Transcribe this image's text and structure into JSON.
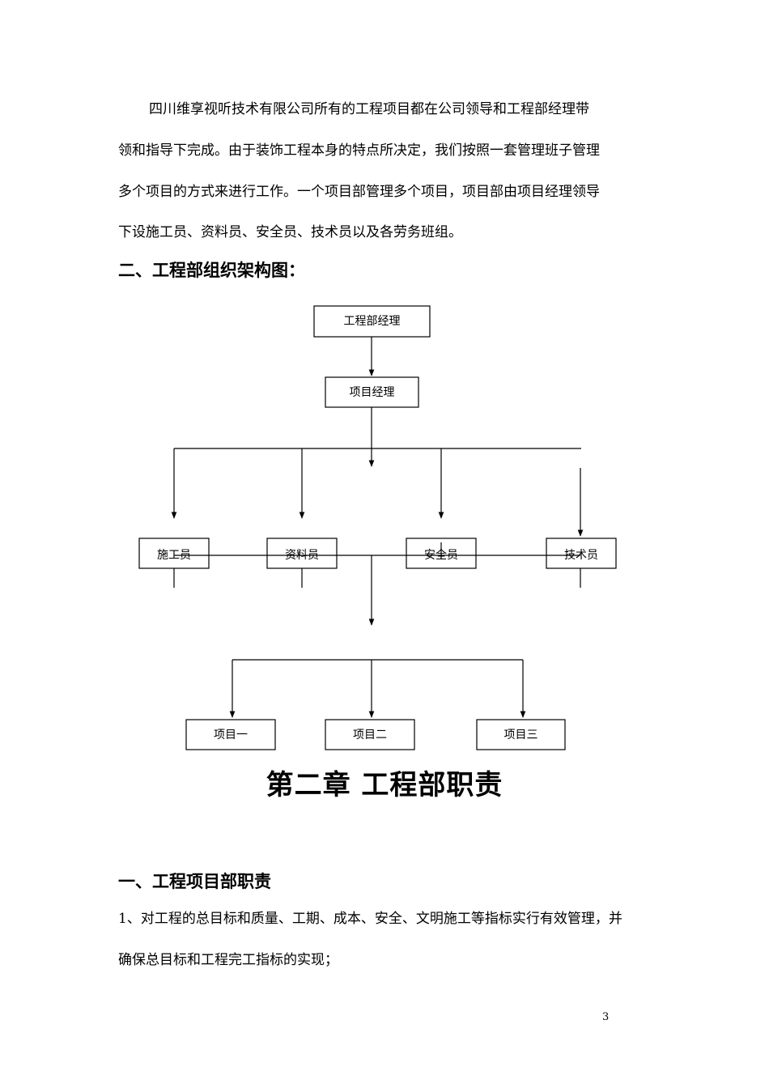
{
  "intro_paragraph": {
    "lines": [
      "四川维享视听技术有限公司所有的工程项目都在公司领导和工程部经理带",
      "领和指导下完成。由于装饰工程本身的特点所决定，我们按照一套管理班子管理",
      "多个项目的方式来进行工作。一个项目部管理多个项目，项目部由项目经理领导",
      "下设施工员、资料员、安全员、技术员以及各劳务班组。"
    ]
  },
  "section_org": {
    "heading": "二、工程部组织架构图："
  },
  "org_chart": {
    "top": "工程部经理",
    "manager": "项目经理",
    "staff": [
      "施工员",
      "资料员",
      "安全员",
      "技术员"
    ],
    "projects": [
      "项目一",
      "项目二",
      "项目三"
    ]
  },
  "chapter_title": "第二章  工程部职责",
  "section_duties": {
    "heading": "一、工程项目部职责",
    "item1_lines": [
      "1、对工程的总目标和质量、工期、成本、安全、文明施工等指标实行有效管理，并",
      "确保总目标和工程完工指标的实现；"
    ]
  },
  "page_number": "3"
}
